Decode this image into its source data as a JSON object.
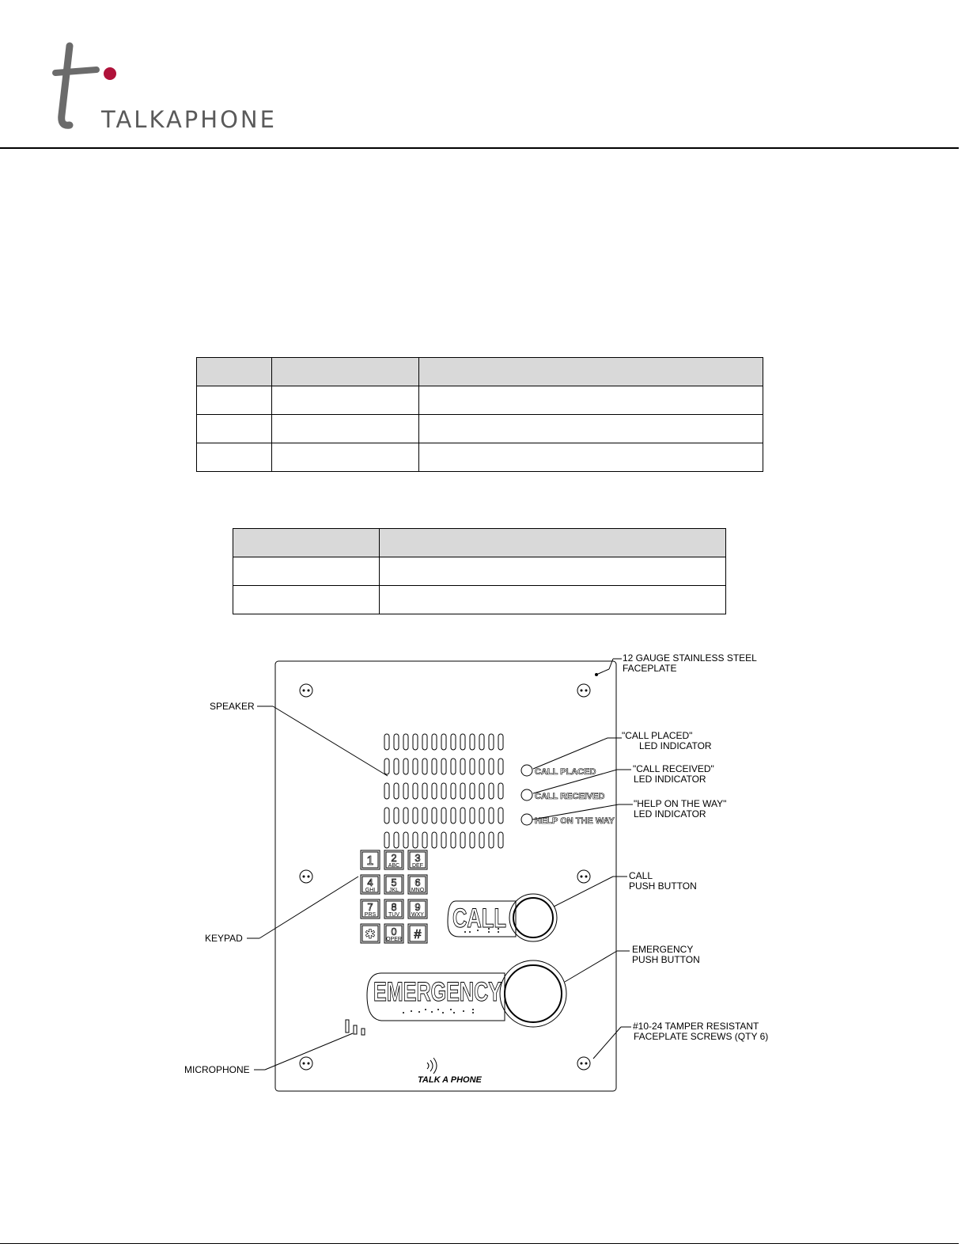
{
  "header": {
    "brand_name": "TALKAPHONE",
    "logo_accent_color": "#b0123a",
    "logo_gray": "#6b6b6b"
  },
  "table_a": {
    "columns": 3,
    "rows": 4
  },
  "table_b": {
    "columns": 2,
    "rows": 3
  },
  "faceplate": {
    "panel_labels": {
      "call_placed": "CALL PLACED",
      "call_received": "CALL RECEIVED",
      "help_on_the_way": "HELP ON THE WAY",
      "call_button": "CALL",
      "emergency_button": "EMERGENCY",
      "brand_mark": "TALK A PHONE"
    },
    "keypad": [
      {
        "digit": "1",
        "letters": ""
      },
      {
        "digit": "2",
        "letters": "ABC"
      },
      {
        "digit": "3",
        "letters": "DEF"
      },
      {
        "digit": "4",
        "letters": "GHI"
      },
      {
        "digit": "5",
        "letters": "JKL"
      },
      {
        "digit": "6",
        "letters": "MNO"
      },
      {
        "digit": "7",
        "letters": "PRS"
      },
      {
        "digit": "8",
        "letters": "TUV"
      },
      {
        "digit": "9",
        "letters": "WXY"
      },
      {
        "digit": "✱",
        "letters": ""
      },
      {
        "digit": "0",
        "letters": "OPER"
      },
      {
        "digit": "#",
        "letters": ""
      }
    ],
    "callouts": {
      "faceplate_1": "12 GAUGE STAINLESS STEEL",
      "faceplate_2": "FACEPLATE",
      "speaker": "SPEAKER",
      "call_placed_1": "\"CALL PLACED\"",
      "call_placed_2": "LED INDICATOR",
      "call_received_1": "\"CALL RECEIVED\"",
      "call_received_2": "LED INDICATOR",
      "help_1": "\"HELP ON THE WAY\"",
      "help_2": "LED INDICATOR",
      "keypad": "KEYPAD",
      "call_1": "CALL",
      "call_2": "PUSH BUTTON",
      "emergency_1": "EMERGENCY",
      "emergency_2": "PUSH BUTTON",
      "screws_1": "#10-24 TAMPER RESISTANT",
      "screws_2": "FACEPLATE SCREWS (QTY 6)",
      "microphone": "MICROPHONE"
    }
  }
}
